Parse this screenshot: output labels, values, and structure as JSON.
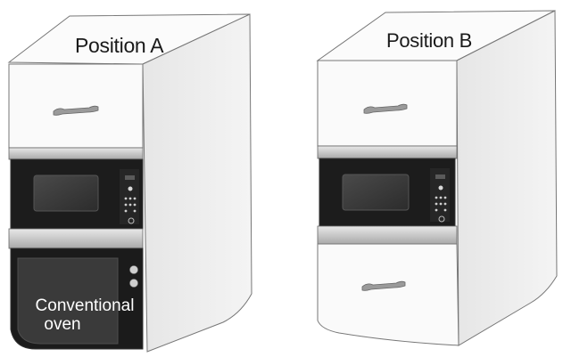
{
  "captions": {
    "position_a": "Position A",
    "position_b": "Position B"
  },
  "oven_label": {
    "line1": "Conventional",
    "line2": "oven"
  },
  "colors": {
    "cabinet_front": "#fafafa",
    "cabinet_side": "#ececec",
    "appliance_dark": "#1b1b1b",
    "screen": "#3c3c3c",
    "trim": "#c8c8c8",
    "outline": "#555555"
  }
}
